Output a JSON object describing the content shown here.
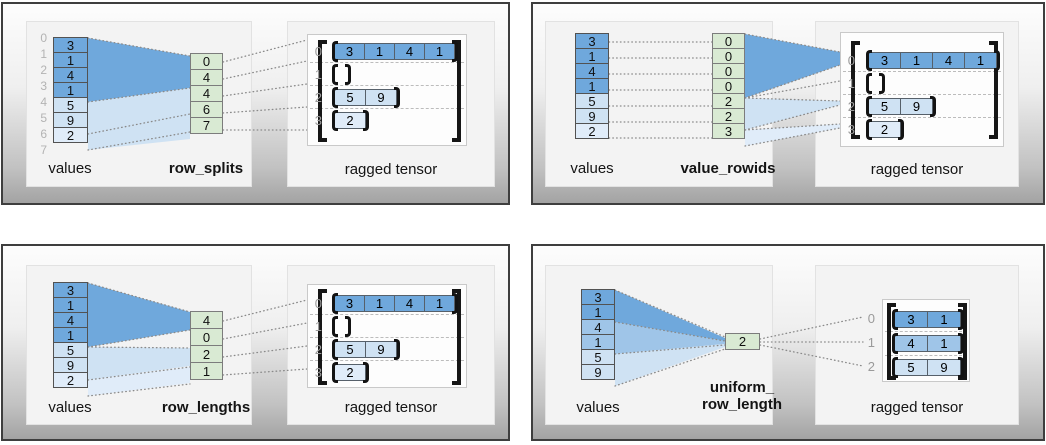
{
  "colors": {
    "blue_dark": "#6fa8dc",
    "blue_medium": "#9fc5e8",
    "blue_light": "#cfe2f3",
    "blue_lighter": "#e0ecf9",
    "green": "#d9ead3"
  },
  "quadrants": [
    {
      "name": "row_splits",
      "values_label": "values",
      "method_label": "row_splits",
      "tensor_label": "ragged tensor",
      "value_indices": [
        "0",
        "1",
        "2",
        "3",
        "4",
        "5",
        "6",
        "7"
      ],
      "values": [
        "3",
        "1",
        "4",
        "1",
        "5",
        "9",
        "2"
      ],
      "method_values": [
        "0",
        "4",
        "4",
        "6",
        "7"
      ],
      "row_indices": [
        "0",
        "1",
        "2",
        "3"
      ],
      "tensor_rows": [
        [
          "3",
          "1",
          "4",
          "1"
        ],
        [],
        [
          "5",
          "9"
        ],
        [
          "2"
        ]
      ]
    },
    {
      "name": "value_rowids",
      "values_label": "values",
      "method_label": "value_rowids",
      "tensor_label": "ragged tensor",
      "values": [
        "3",
        "1",
        "4",
        "1",
        "5",
        "9",
        "2"
      ],
      "method_values": [
        "0",
        "0",
        "0",
        "0",
        "2",
        "2",
        "3"
      ],
      "row_indices": [
        "0",
        "1",
        "2",
        "3"
      ],
      "tensor_rows": [
        [
          "3",
          "1",
          "4",
          "1"
        ],
        [],
        [
          "5",
          "9"
        ],
        [
          "2"
        ]
      ]
    },
    {
      "name": "row_lengths",
      "values_label": "values",
      "method_label": "row_lengths",
      "tensor_label": "ragged tensor",
      "values": [
        "3",
        "1",
        "4",
        "1",
        "5",
        "9",
        "2"
      ],
      "method_values": [
        "4",
        "0",
        "2",
        "1"
      ],
      "row_indices": [
        "0",
        "1",
        "2",
        "3"
      ],
      "tensor_rows": [
        [
          "3",
          "1",
          "4",
          "1"
        ],
        [],
        [
          "5",
          "9"
        ],
        [
          "2"
        ]
      ]
    },
    {
      "name": "uniform_row_length",
      "values_label": "values",
      "method_label_line1": "uniform_",
      "method_label_line2": "row_length",
      "tensor_label": "ragged tensor",
      "values": [
        "3",
        "1",
        "4",
        "1",
        "5",
        "9"
      ],
      "method_values": [
        "2"
      ],
      "row_indices": [
        "0",
        "1",
        "2"
      ],
      "tensor_rows": [
        [
          "3",
          "1"
        ],
        [
          "4",
          "1"
        ],
        [
          "5",
          "9"
        ]
      ]
    }
  ]
}
